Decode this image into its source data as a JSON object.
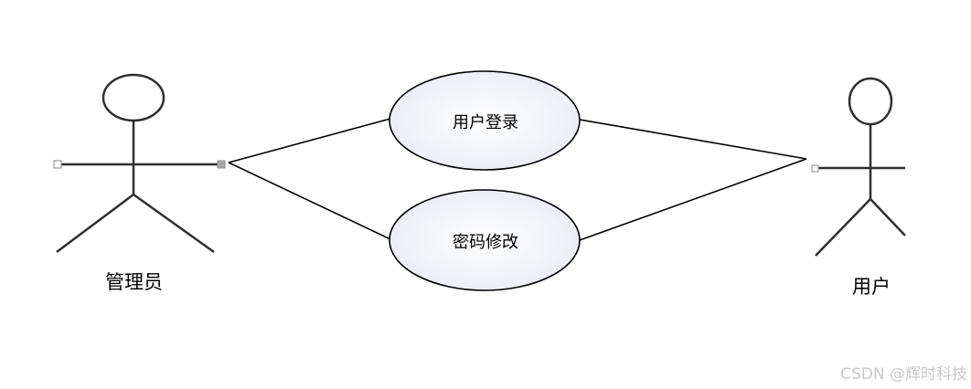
{
  "actors": {
    "admin": {
      "label": "管理员"
    },
    "user": {
      "label": "用户"
    }
  },
  "use_cases": [
    {
      "id": "login",
      "label": "用户登录"
    },
    {
      "id": "change-password",
      "label": "密码修改"
    }
  ],
  "watermark": "CSDN @辉时科技",
  "colors": {
    "stroke": "#000000",
    "actor_stroke": "#2f2f2f",
    "ellipse_fill_light": "#ffffff",
    "ellipse_fill_dark": "#e9ebf3",
    "handle": "#a9a9a9",
    "watermark": "#c9c9c9"
  }
}
